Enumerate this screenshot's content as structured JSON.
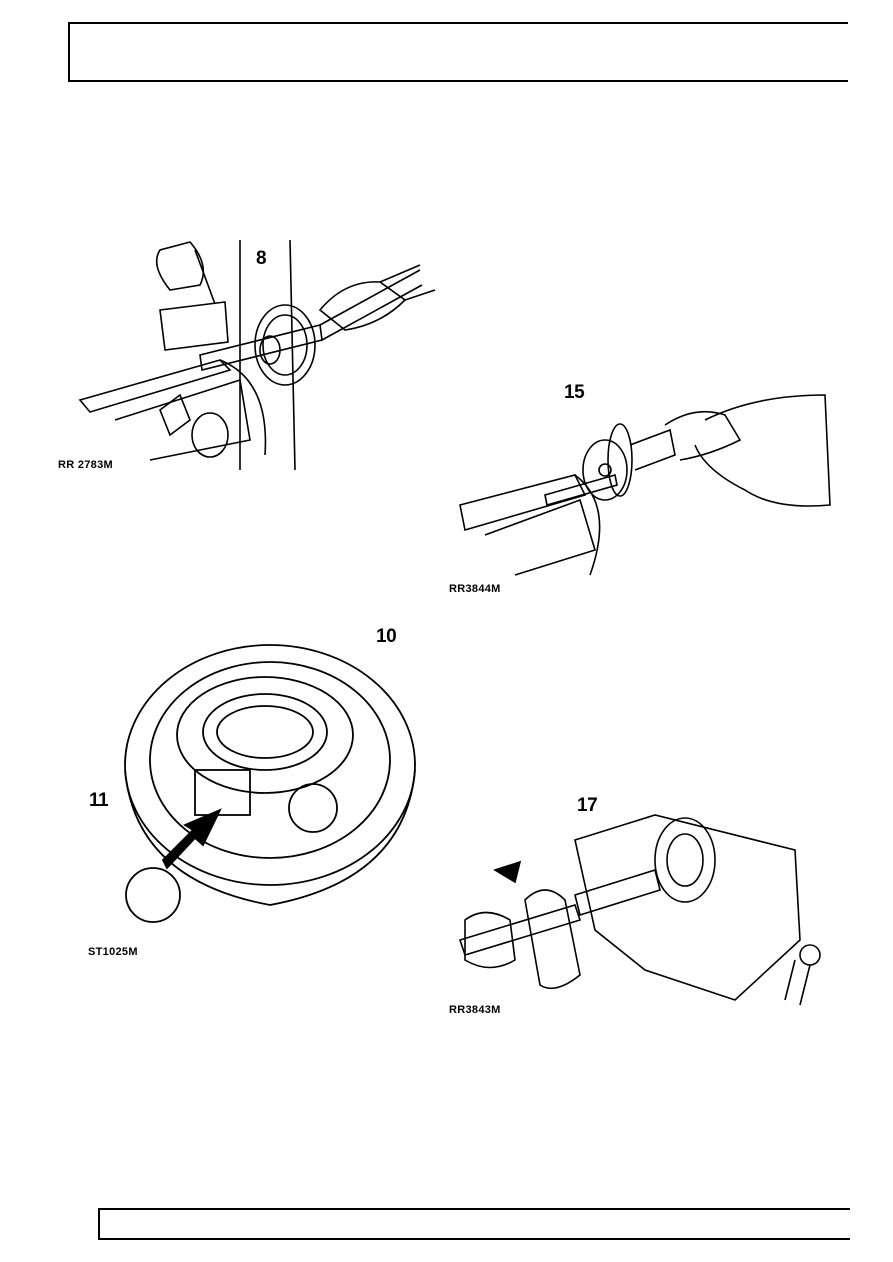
{
  "figures": [
    {
      "id": "fig-1",
      "callouts": [
        "8"
      ],
      "reference": "RR 2783M"
    },
    {
      "id": "fig-2",
      "callouts": [
        "15"
      ],
      "reference": "RR3844M"
    },
    {
      "id": "fig-3",
      "callouts": [
        "10",
        "11"
      ],
      "reference": "ST1025M"
    },
    {
      "id": "fig-4",
      "callouts": [
        "17"
      ],
      "reference": "RR3843M"
    }
  ],
  "colors": {
    "ink": "#000000",
    "paper": "#ffffff"
  }
}
